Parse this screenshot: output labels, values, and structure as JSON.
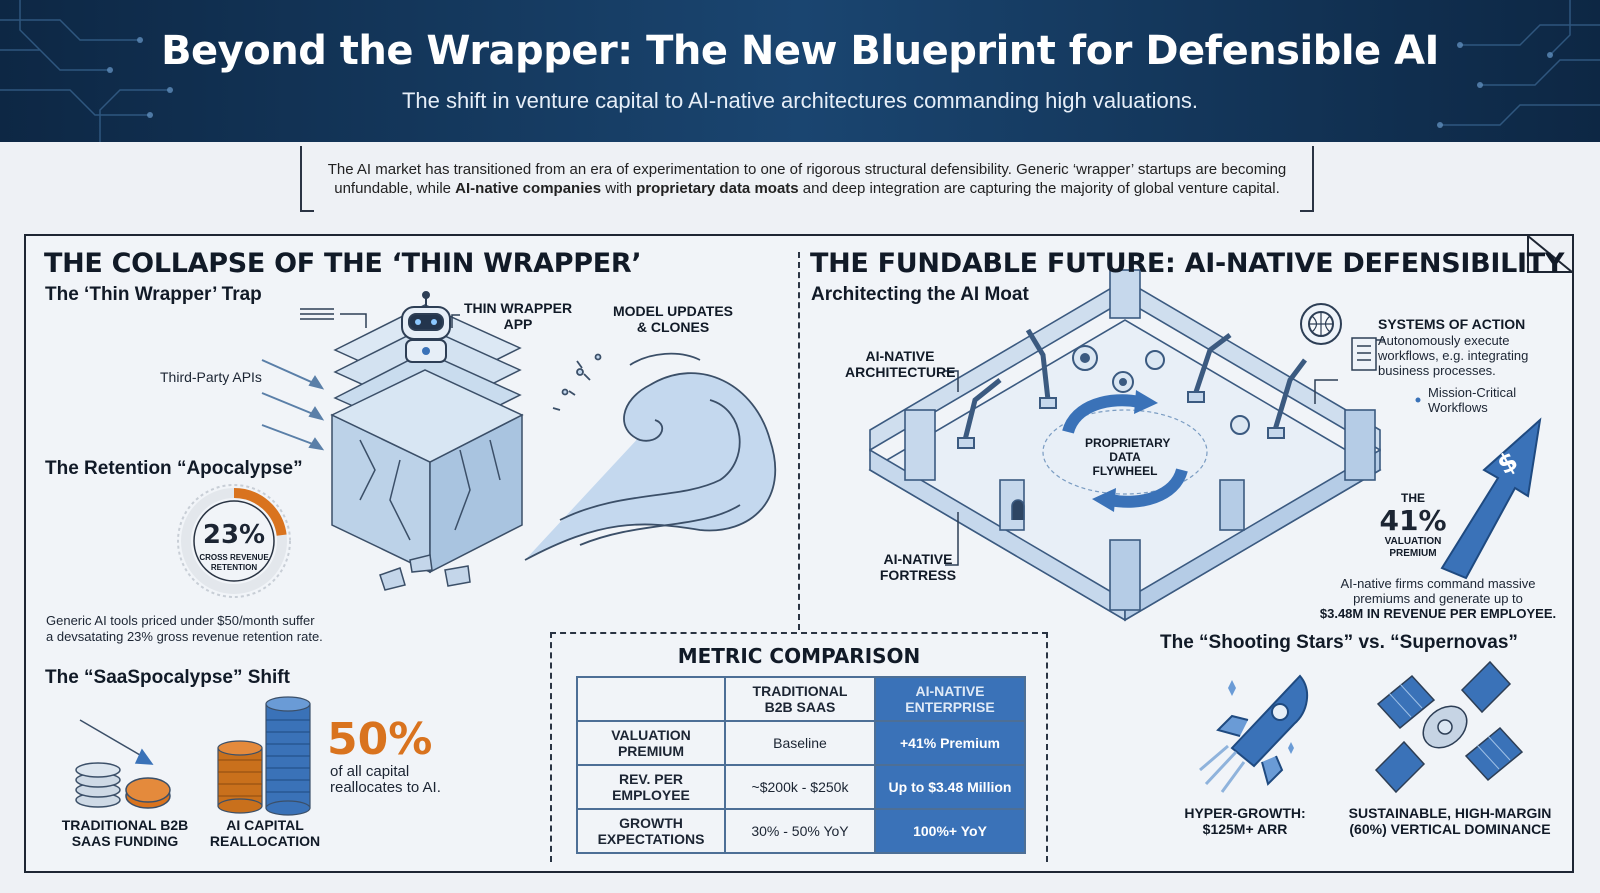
{
  "header": {
    "title": "Beyond the Wrapper: The New Blueprint for Defensible AI",
    "subtitle": "The shift in venture capital to AI-native architectures commanding high valuations."
  },
  "intro": {
    "part1": "The AI market has transitioned from an era of experimentation to one of rigorous structural defensibility. Generic ‘wrapper’ startups are becoming unfundable, while ",
    "bold1": "AI-native companies",
    "part2": " with ",
    "bold2": "proprietary data moats",
    "part3": " and deep integration are capturing the majority of global venture capital."
  },
  "left": {
    "title": "THE COLLAPSE OF THE ‘THIN WRAPPER’",
    "trap_heading": "The ‘Thin Wrapper’ Trap",
    "label_app": "THIN WRAPPER\nAPP",
    "label_updates": "MODEL UPDATES\n& CLONES",
    "label_apis": "Third-Party APIs",
    "retention_heading": "The Retention “Apocalypse”",
    "retention_value": "23%",
    "retention_fraction": 0.23,
    "retention_caption": "CROSS REVENUE\nRETENTION",
    "retention_note": "Generic AI tools priced under $50/month suffer\na devsatating 23% gross revenue retention rate.",
    "shift_heading": "The “SaaSpocalypse” Shift",
    "shift_value": "50%",
    "shift_note": "of all capital\nreallocates to AI.",
    "label_saas": "TRADITIONAL B2B\nSAAS FUNDING",
    "label_ai_capital": "AI CAPITAL\nREALLOCATION"
  },
  "right": {
    "title": "THE FUNDABLE FUTURE: AI-NATIVE DEFENSIBILITY",
    "moat_heading": "Architecting the AI Moat",
    "label_arch": "AI-NATIVE\nARCHITECTURE",
    "label_fortress": "AI-NATIVE\nFORTRESS",
    "label_flywheel": "PROPRIETARY\nDATA\nFLYWHEEL",
    "systems_heading": "SYSTEMS OF ACTION",
    "systems_text": "Autonomously execute\nworkflows, e.g. integrating\nbusiness processes.",
    "mission_text": "Mission-Critical\nWorkflows",
    "premium_the": "THE",
    "premium_value": "41%",
    "premium_caption": "VALUATION\nPREMIUM",
    "premium_note": "AI-native firms command massive\npremiums and generate up to",
    "premium_bold": "$3.48M IN REVENUE PER EMPLOYEE.",
    "stars_heading": "The “Shooting Stars” vs. “Supernovas”",
    "label_hyper": "HYPER-GROWTH:\n$125M+ ARR",
    "label_sustain": "SUSTAINABLE, HIGH-MARGIN\n(60%) VERTICAL DOMINANCE"
  },
  "metric": {
    "title": "METRIC COMPARISON",
    "col_traditional": "TRADITIONAL\nB2B SAAS",
    "col_ai": "AI-NATIVE\nENTERPRISE",
    "rows": [
      {
        "label": "VALUATION\nPREMIUM",
        "traditional": "Baseline",
        "ai": "+41% Premium"
      },
      {
        "label": "REV. PER\nEMPLOYEE",
        "traditional": "~$200k - $250k",
        "ai": "Up to $3.48 Million"
      },
      {
        "label": "GROWTH\nEXPECTATIONS",
        "traditional": "30% - 50% YoY",
        "ai": "100%+ YoY"
      }
    ]
  },
  "colors": {
    "accent_blue": "#3a72b8",
    "accent_orange": "#d9731e",
    "header_navy": "#0d2744"
  }
}
